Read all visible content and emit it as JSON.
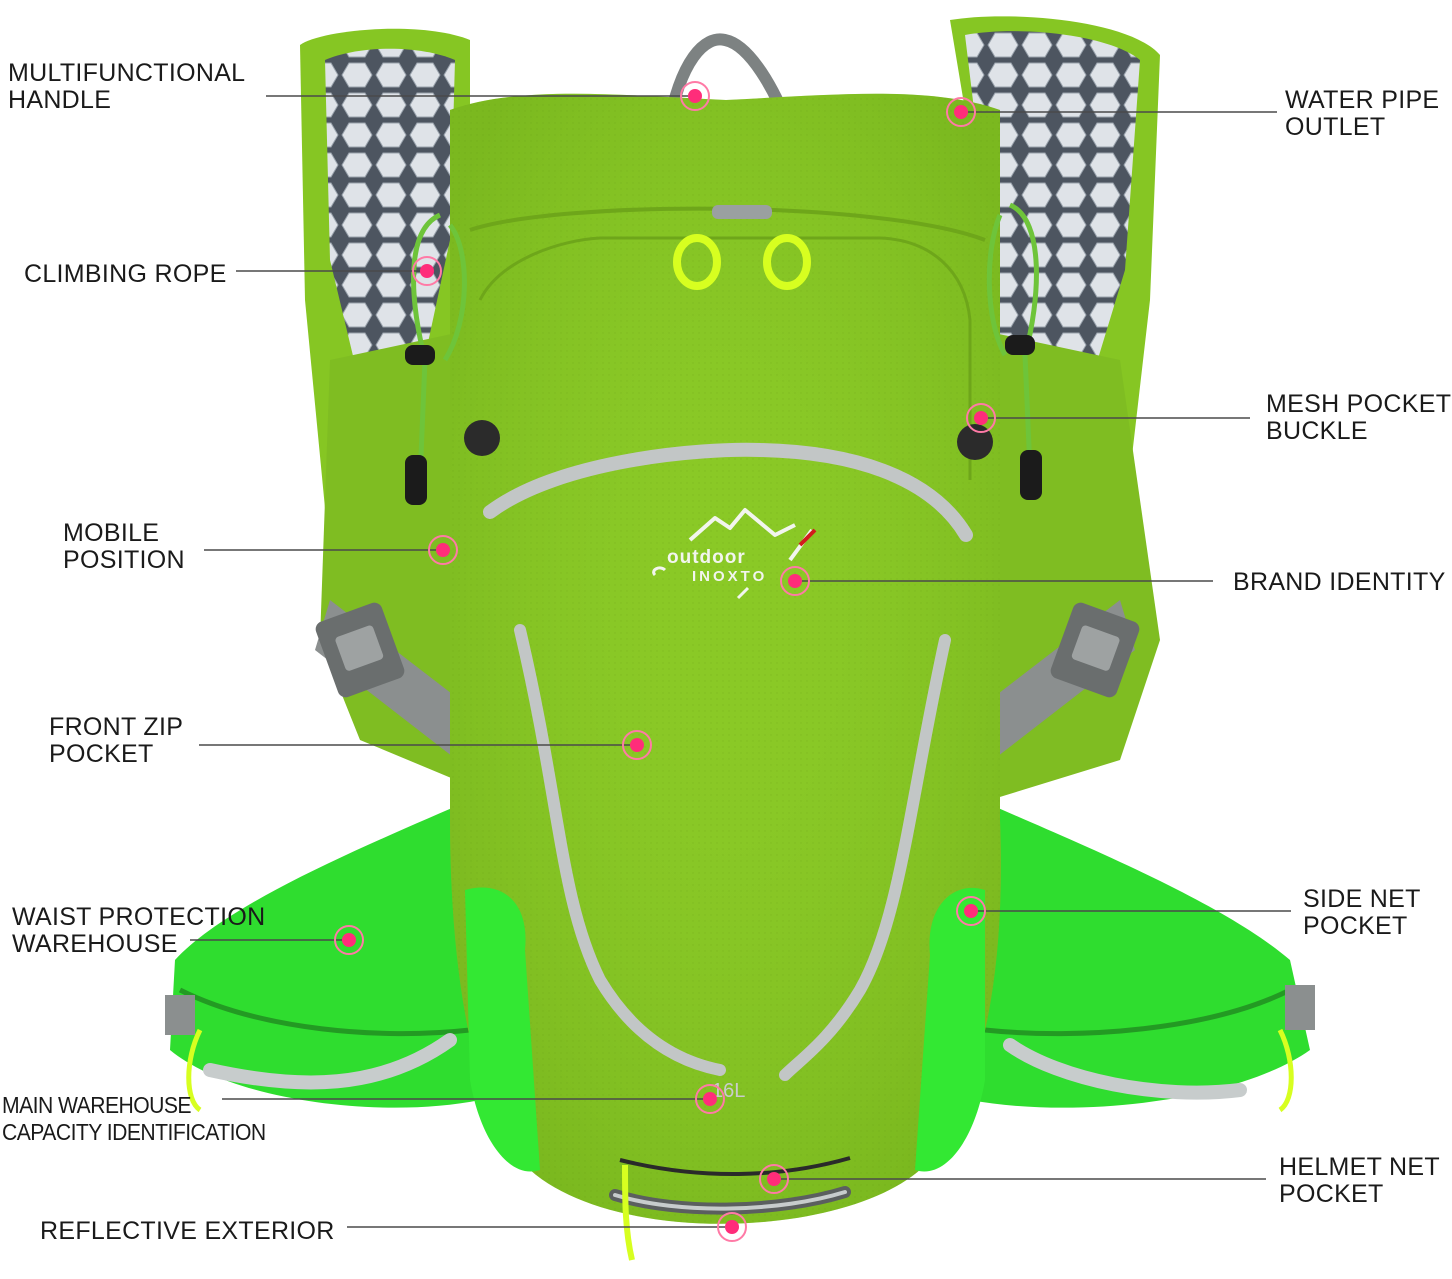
{
  "brand": {
    "logo_text_line1": "outdoor",
    "logo_text_line2": "INOXTO",
    "capacity_mark": "16L"
  },
  "colors": {
    "body_green": "#8ac926",
    "bright_green": "#2ee82e",
    "reflective_gray": "#b9bcbc",
    "mesh_gray": "#5b6470",
    "marker_pink": "#ff2d7a",
    "leader_line": "#4a4a4a",
    "label_text": "#1a1a1a"
  },
  "callouts": {
    "handle": {
      "lines": [
        "MULTIFUNCTIONAL",
        "HANDLE"
      ]
    },
    "climbing_rope": {
      "lines": [
        "CLIMBING ROPE"
      ]
    },
    "mobile_position": {
      "lines": [
        "MOBILE",
        "POSITION"
      ]
    },
    "front_zip_pocket": {
      "lines": [
        "FRONT ZIP",
        "POCKET"
      ]
    },
    "waist_warehouse": {
      "lines": [
        "WAIST PROTECTION",
        "WAREHOUSE"
      ]
    },
    "capacity_id": {
      "lines": [
        "MAIN WAREHOUSE",
        "CAPACITY IDENTIFICATION"
      ]
    },
    "reflective_exterior": {
      "lines": [
        "REFLECTIVE EXTERIOR"
      ]
    },
    "water_pipe_outlet": {
      "lines": [
        "WATER PIPE",
        "OUTLET"
      ]
    },
    "mesh_pocket_buckle": {
      "lines": [
        "MESH POCKET",
        "BUCKLE"
      ]
    },
    "brand_identity": {
      "lines": [
        "BRAND IDENTITY"
      ]
    },
    "side_net_pocket": {
      "lines": [
        "SIDE NET",
        "POCKET"
      ]
    },
    "helmet_net_pocket": {
      "lines": [
        "HELMET NET",
        "POCKET"
      ]
    }
  }
}
